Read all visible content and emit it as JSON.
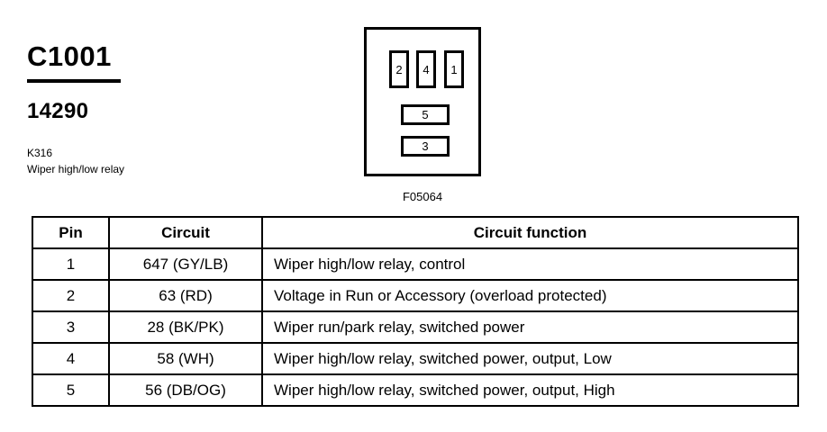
{
  "header": {
    "connector_id": "C1001",
    "part_number": "14290",
    "component_code": "K316",
    "component_name": "Wiper high/low relay"
  },
  "diagram": {
    "code": "F05064",
    "top_pins": [
      "2",
      "4",
      "1"
    ],
    "lower_pins": [
      "5",
      "3"
    ]
  },
  "table": {
    "columns": [
      "Pin",
      "Circuit",
      "Circuit function"
    ],
    "rows": [
      {
        "pin": "1",
        "circuit": "647 (GY/LB)",
        "function": "Wiper high/low relay, control"
      },
      {
        "pin": "2",
        "circuit": "63 (RD)",
        "function": "Voltage in Run or Accessory (overload protected)"
      },
      {
        "pin": "3",
        "circuit": "28 (BK/PK)",
        "function": "Wiper run/park relay, switched power"
      },
      {
        "pin": "4",
        "circuit": "58 (WH)",
        "function": "Wiper high/low relay, switched power, output, Low"
      },
      {
        "pin": "5",
        "circuit": "56 (DB/OG)",
        "function": "Wiper high/low relay, switched power, output, High"
      }
    ]
  }
}
